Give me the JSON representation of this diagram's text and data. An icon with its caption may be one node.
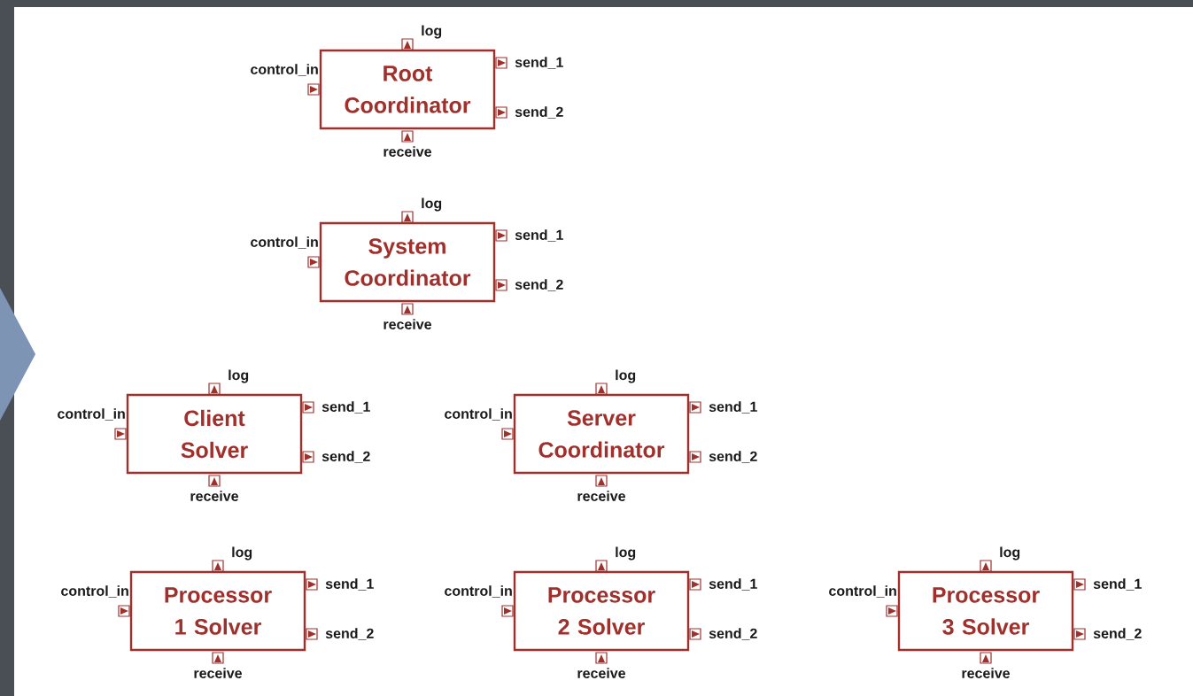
{
  "diagram": {
    "nodes": [
      {
        "text": [
          "Root Coordinator"
        ],
        "beside": [
          "log",
          "control_in",
          "send_1",
          "send_2",
          "receive"
        ]
      },
      {
        "text": [
          "System Coordinator"
        ],
        "beside": [
          "log",
          "control_in",
          "send_1",
          "send_2",
          "receive"
        ]
      },
      {
        "text": [
          "Client Solver"
        ],
        "beside": [
          "log",
          "control_in",
          "send_1",
          "send_2",
          "receive"
        ]
      },
      {
        "text": [
          "Server Coordinator"
        ],
        "beside": [
          "log",
          "control_in",
          "send_1",
          "send_2",
          "receive"
        ]
      },
      {
        "text": [
          "Processor 1 Solver"
        ],
        "beside": [
          "log",
          "control_in",
          "send_1",
          "send_2",
          "receive"
        ]
      },
      {
        "text": [
          "Processor 2 Solver"
        ],
        "beside": [
          "log",
          "control_in",
          "send_1",
          "send_2",
          "receive"
        ]
      },
      {
        "text": [
          "Processor 3 Solver"
        ],
        "beside": [
          "log",
          "control_in",
          "send_1",
          "send_2",
          "receive"
        ]
      }
    ]
  }
}
